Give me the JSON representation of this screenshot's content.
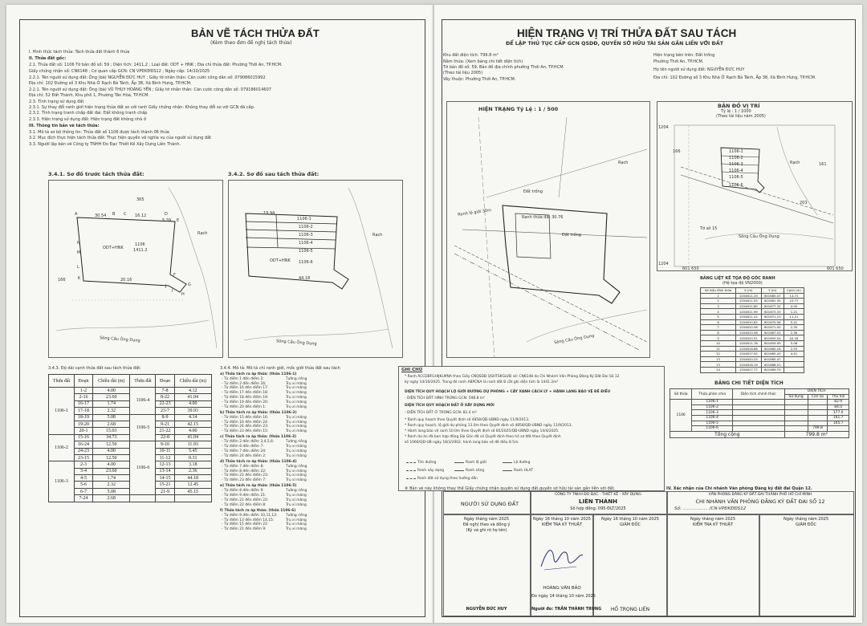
{
  "left_sheet": {
    "title": "BẢN VẼ TÁCH THỬA ĐẤT",
    "subtitle": "(Kèm theo đơn đề nghị tách thửa)",
    "info_lines": [
      "I. Hình thức tách thửa: Tách thửa đất thành 6 thửa",
      "II. Thửa đất gốc:",
      "2.1. Thửa đất số:     1106   Tờ bản đồ số:   59        ; Diện tích: 1411,2        ; Loại đất:      ODT + HNK       ; Địa chỉ thửa đất: Phường Thới An, TP.HCM.",
      "Giấy chứng nhận số:          CN6148              ; Cơ quan cấp GCN:   CN VPĐKĐĐS12       ; Ngày cấp:   14/10/2025",
      "2.2.1. Tên người sử dụng đất: Ông (bà)   NGUYỄN ĐỨC HUY                    ; Giấy tờ nhân thân:   Căn cước công dân số: 079086015992",
      "Địa chỉ: 102 Đường số 3 Khu Nhà Ở Rạch Bà Tánh, Ấp 38, Xã Bình Hưng, TP.HCM.",
      "2.2.1. Tên người sử dụng đất: Ông (bà)   VŨ THỤY HOÀNG YẾN             ; Giấy tờ nhân thân:   Căn cước công dân số: 079186014607",
      "Địa chỉ:    52 Đất Thánh, Khu phố 1, Phường Tân Hòa, TP.HCM.",
      "2.3. Tình trạng sử dụng đất",
      "2.3.1. Sự thay đổi ranh giới hiện trạng thửa đất so với ranh Giấy chứng nhận: Không thay đổi so với GCN đã cấp.",
      "2.3.2. Tình trạng tranh chấp đất đai: Đất không tranh chấp",
      "2.3.3. Hiện trạng sử dụng đất:   Hiện trạng đất không nhà ở",
      "III. Thông tin bản vẽ tách thửa:",
      "3.1. Mô tả sơ bộ thông tin:  Thửa đất số 1106 được tách thành 06 thửa",
      "3.2. Mục đích thực hiện tách thửa đất:  Thực hiện quyền về nghĩa vụ của người sử dụng đất",
      "3.3. Người lập bản vẽ Công ty TNHH Đo Đạc Thiết Kế Xây Dựng Liên Thành."
    ],
    "sketch_before_title": "3.4.1. Sơ đồ trước tách thửa đất:",
    "sketch_after_title": "3.4.2. Sơ đồ sau tách thửa đất:",
    "before_labels": {
      "lot": "1106",
      "area": "1411.2",
      "use": "ODT+HNK",
      "top": "30.54",
      "top2": "16.12",
      "edge_right": "5.39",
      "bottom": "20.16",
      "road": "Sông Cầu Ông Dụng",
      "canal": "Rạch",
      "neighbor_top": "365",
      "neighbor_left": "166",
      "point_a": "A",
      "point_b": "B",
      "point_c": "C",
      "point_d": "D",
      "point_e": "E",
      "point_f": "F",
      "point_g": "G",
      "point_h": "H",
      "point_i": "I",
      "point_j": "J",
      "point_k": "K",
      "point_l": "L",
      "point_m": "M",
      "point_n": "N"
    },
    "after_labels": {
      "lot_1": "1106-1",
      "lot_2": "1106-2",
      "lot_3": "1106-3",
      "lot_4": "1106-4",
      "lot_5": "1106-5",
      "lot_6": "1106-6",
      "use": "ODT+HNK",
      "road": "Sông Cầu Ông Dụng",
      "canal": "Rạch",
      "top_dim": "19.94",
      "side_dim": "44.18"
    },
    "table_title": "3.4.3. Độ dài cạnh thửa đất sau tách thửa đất:",
    "table_headers": [
      "Thửa đất",
      "Đoạn",
      "Chiều dài (m)",
      "Thửa đất",
      "Đoạn",
      "Chiều dài (m)"
    ],
    "table_left": [
      {
        "lot": "1106-1",
        "rows": [
          [
            "1-2",
            "4.00"
          ],
          [
            "2-16",
            "23.60"
          ],
          [
            "16-17",
            "1.74"
          ],
          [
            "17-18",
            "2.32"
          ],
          [
            "18-19",
            "5.08"
          ],
          [
            "19-20",
            "2.68"
          ],
          [
            "20-1",
            "15.03"
          ]
        ]
      },
      {
        "lot": "1106-2",
        "rows": [
          [
            "15-16",
            "34.73"
          ],
          [
            "16-24",
            "12.50"
          ],
          [
            "24-23",
            "4.00"
          ],
          [
            "23-15",
            "12.50"
          ]
        ]
      },
      {
        "lot": "1106-3",
        "rows": [
          [
            "2-3",
            "4.00"
          ],
          [
            "3-4",
            "23.60"
          ],
          [
            "4-5",
            "1.74"
          ],
          [
            "5-6",
            "2.32"
          ],
          [
            "6-7",
            "5.08"
          ],
          [
            "7-24",
            "2.68"
          ]
        ]
      }
    ],
    "table_right": [
      {
        "lot": "1106-4",
        "rows": [
          [
            "7-8",
            "4.12"
          ],
          [
            "8-22",
            "41.04"
          ],
          [
            "22-23",
            "4.00"
          ],
          [
            "23-7",
            "39.93"
          ]
        ]
      },
      {
        "lot": "1106-5",
        "rows": [
          [
            "8-9",
            "4.14"
          ],
          [
            "9-21",
            "42.15"
          ],
          [
            "21-22",
            "4.00"
          ],
          [
            "22-8",
            "41.04"
          ]
        ]
      },
      {
        "lot": "1106-6",
        "rows": [
          [
            "9-10",
            "11.93"
          ],
          [
            "10-11",
            "5.45"
          ],
          [
            "11-12",
            "0.31"
          ],
          [
            "12-13",
            "3.18"
          ],
          [
            "13-14",
            "2.36"
          ],
          [
            "14-15",
            "44.18"
          ],
          [
            "15-21",
            "12.45"
          ],
          [
            "21-9",
            "45.15"
          ]
        ]
      }
    ],
    "neighbor_title": "3.4.4. Mô tả: Mô tả chỉ ranh giới, mốc giới thửa đất sau tách",
    "neighbor_groups": [
      {
        "head": "a) Thửa tách ra áp thửa:  (thửa 1106-1)",
        "rows": [
          [
            "- Từ điểm 1 đến điểm 2:",
            "Tường riêng"
          ],
          [
            "- Từ điểm 2 đến điểm 16:",
            "Trụ xi măng"
          ],
          [
            "- Từ điểm 16 đến điểm 17:",
            "Trụ xi măng"
          ],
          [
            "- Từ điểm 17 đến điểm 18:",
            "Trụ xi măng"
          ],
          [
            "- Từ điểm 18 đến điểm 19:",
            "Trụ xi măng"
          ],
          [
            "- Từ điểm 19 đến điểm 20:",
            "Trụ xi măng"
          ],
          [
            "- Từ điểm 20 đến điểm 1:",
            "Trụ xi măng"
          ]
        ]
      },
      {
        "head": "b) Thửa tách ra áp thửa:  (thửa 1106-2)",
        "rows": [
          [
            "- Từ điểm 15 đến điểm 16:",
            "Trụ xi măng"
          ],
          [
            "- Từ điểm 16 đến điểm 24:",
            "Trụ xi măng"
          ],
          [
            "- Từ điểm 24 đến điểm 23:",
            "Trụ xi măng"
          ],
          [
            "- Từ điểm 23 đến điểm 15:",
            "Trụ xi măng"
          ]
        ]
      },
      {
        "head": "c) Thửa tách ra áp thửa:  (thửa 1106-3)",
        "rows": [
          [
            "- Từ điểm 2 đến điểm 3,4,5,6:",
            "Tường riêng"
          ],
          [
            "- Từ điểm 6 đến điểm 7:",
            "Trụ xi măng"
          ],
          [
            "- Từ điểm 7 đến điểm 24:",
            "Trụ xi măng"
          ],
          [
            "- Từ điểm 24 đến điểm 2:",
            "Trụ xi măng"
          ]
        ]
      },
      {
        "head": "d) Thửa tách ra áp thửa:  (thửa 1106-4)",
        "rows": [
          [
            "- Từ điểm 7 đến điểm 8:",
            "Tường riêng"
          ],
          [
            "- Từ điểm 8 đến điểm 22:",
            "Trụ xi măng"
          ],
          [
            "- Từ điểm 22 đến điểm 23:",
            "Trụ xi măng"
          ],
          [
            "- Từ điểm 23 đến điểm 7:",
            "Trụ xi măng"
          ]
        ]
      },
      {
        "head": "e) Thửa tách ra áp thửa:  (thửa 1106-5)",
        "rows": [
          [
            "- Từ điểm 8 đến điểm 9:",
            "Tường riêng"
          ],
          [
            "- Từ điểm 9 đến điểm 21:",
            "Trụ xi măng"
          ],
          [
            "- Từ điểm 21 đến điểm 22:",
            "Trụ xi măng"
          ],
          [
            "- Từ điểm 22 đến điểm 8:",
            "Trụ xi măng"
          ]
        ]
      },
      {
        "head": "f) Thửa tách ra áp thửa:  (thửa 1106-6)",
        "rows": [
          [
            "- Từ điểm 9 đến điểm 10,11,12:",
            "Tường riêng"
          ],
          [
            "- Từ điểm 13 đến điểm 14,15:",
            "Trụ xi măng"
          ],
          [
            "- Từ điểm 15 đến điểm 21:",
            "Trụ xi măng"
          ],
          [
            "- Từ điểm 21 đến điểm 9:",
            "Trụ xi măng"
          ]
        ]
      }
    ]
  },
  "right_sheet": {
    "title": "HIỆN TRẠNG VỊ TRÍ THỬA ĐẤT SAU TÁCH",
    "subtitle": "ĐỂ LẬP THỦ TỤC CẤP GCN QSDĐ, QUYỀN SỞ HỮU TÀI SẢN GẮN LIỀN VỚI ĐẤT",
    "info_left": [
      "Khu đất diện tích: 799.8 m²",
      "Nằm thửa: (Xem bảng chi tiết diện tích)",
      "Tờ bản đồ số: 59, Bản đồ địa chính phường Thới An, TP.HCM.",
      "                     (Theo tài liệu 2005)",
      "Vây thuộc:  Phường Thới An, TP.HCM."
    ],
    "info_right": [
      "Hiện trạng bên trên: Đất trống",
      "                Phường Thới An, TP.HCM.",
      "Họ tên người sử dụng đất:   NGUYỄN ĐỨC HUY",
      "Địa chỉ: 102 Đường số 3 Khu Nhà Ở Rạch Bà Tánh, Ấp 38, Xã Bình Hưng, TP.HCM."
    ],
    "plan_title": "HIỆN TRẠNG Tỷ Lệ : 1 / 500",
    "plan_labels": {
      "vacant": "Đất trống",
      "road": "Sông Cầu Ông Dụng",
      "canal": "Rạch",
      "boundary_note": "Ranh thửa đất 30.76",
      "road_boundary": "Ranh lộ giới 30m"
    },
    "location_title": "BẢN ĐỒ VỊ TRÍ",
    "location_scale": "Tỷ lệ :     1 / 1000",
    "location_note": "(Theo tài liệu năm 2005)",
    "location_labels": {
      "lot": "1106-1",
      "lot2": "1106-2",
      "lot3": "1106-3",
      "lot4": "1106-4",
      "lot5": "1106-5",
      "lot6": "1106-6",
      "canal": "Rạch",
      "road": "Sông Cầu Ông Dụng",
      "sheet": "Tờ số 15",
      "x1": "1204",
      "x2": "1204",
      "y1": "601 650",
      "y2": "601 650",
      "n166": "166",
      "n161": "161",
      "n203": "203"
    },
    "coord_title": "BẢNG LIỆT KÊ TỌA ĐỘ GÓC RANH",
    "coord_note": "(Hệ tọa độ VN2000)",
    "coord_headers": [
      "Số hiệu đỉnh thửa",
      "X (m)",
      "Y (m)",
      "Cạnh (m)"
    ],
    "coords": [
      [
        "1",
        "1204611.29",
        "601685.47",
        "14.71"
      ],
      [
        "2",
        "1204611.55",
        "601681.30",
        "23.77"
      ],
      [
        "3",
        "1204611.80",
        "601677.32",
        "4.00"
      ],
      [
        "4",
        "1204611.99",
        "601673.33",
        "1.21"
      ],
      [
        "5",
        "1204611.22",
        "601671.23",
        "11.21"
      ],
      [
        "6",
        "1204610.82",
        "601670.58",
        "5.41"
      ],
      [
        "7",
        "1204610.58",
        "601671.00",
        "2.35"
      ],
      [
        "8",
        "1204610.58",
        "601687.52",
        "2.36"
      ],
      [
        "9",
        "1204610.51",
        "601693.54",
        "44.18"
      ],
      [
        "10",
        "1204611.76",
        "601659.99",
        "5.08"
      ],
      [
        "11",
        "1204616.86",
        "601660.18",
        "2.93"
      ],
      [
        "12",
        "1204617.92",
        "601665.43",
        "4.41"
      ],
      [
        "13",
        "1204620.25",
        "601665.47",
        ""
      ],
      [
        "13",
        "1204618.19",
        "601668.51",
        ""
      ],
      [
        "14",
        "1204617.77",
        "601669.79",
        ""
      ]
    ],
    "area_title": "BẢNG CHI TIẾT DIỆN TÍCH",
    "area_headers": [
      "Số thửa",
      "Thửa phân chia",
      "Diện tích chính thức",
      "DIỆN TÍCH",
      "Sử dụng",
      "Còn lại",
      "Thu hồi"
    ],
    "area_parent": "1106",
    "area_rows": [
      [
        "1106-1",
        "",
        "",
        "",
        "82.9"
      ],
      [
        "1106-2",
        "",
        "",
        "",
        "84.0"
      ],
      [
        "1106-3",
        "",
        "",
        "",
        "177.0"
      ],
      [
        "1106-4",
        "",
        "",
        "",
        "161.7"
      ],
      [
        "1106-5",
        "",
        "",
        "",
        "165.7"
      ],
      [
        "1106-6",
        "",
        "",
        "799.8",
        ""
      ]
    ],
    "area_total_label": "Tổng cộng",
    "area_total": "799.8 m²",
    "notes_title": "GHI CHÚ",
    "notes": [
      "* Ranh ACCDBFGHIJKLMNA theo Giấy CNQSDĐ QSHTSKGLVĐ số: CN6148 do Chi Nhánh Văn Phòng Đăng Ký Đất Đai Số 12",
      "   ký ngày 14/10/2025. Trong đó ranh ABPCNA là ranh đất B cắt ghi diện tích là 1441.2m²",
      "DIỆN TÍCH QUY HOẠCH LỘ GIỚI ĐƯỜNG DỰ PHÒNG + CÂY XANH CÁCH LY + HÀNH LANG BẢO VỆ ĐÊ ĐIỀU",
      "- DIỆN TÍCH ĐẤT HÌNH TRONG GCN:                    598.8 m²",
      "DIỆN TÍCH QUY HOẠCH ĐẤT Ở XÂY DỰNG MỚI",
      "- DIỆN TÍCH ĐẤT Ở TRONG GCN:                    82.4 m²",
      "* Ranh quy hoạch theo Quyết định số 4858/QĐ-UBND ngày 11/9/2013.",
      "* Ranh quy hoạch, lộ giới dự phòng 13.0m theo Quyết định số 4858/QĐ-UBND ngày 11/9/2013.",
      "* Hành lang bảo vệ ranh 10.0m theo Quyết định số 85/2025/QĐ-UBND ngày 14/4/2025.",
      "* Ranh dự án đã ban hợp đồng Sài Gòn đã có Quyết định theo hồ sơ đất theo Quyết định",
      "   số 1060/QĐ-UB ngày 18/3/2002, hành lang bảo vệ đê điều 8.5m."
    ],
    "legend": [
      [
        "Tim đường",
        "Ranh lộ giới",
        "Lộ đường"
      ],
      [
        "Ranh xây dựng",
        "Ranh sông",
        "Ranh HLAT"
      ],
      [
        "Ranh đất sử dụng theo hướng dẫn",
        "",
        ""
      ]
    ],
    "legend_note": "⑧  Bản vẽ này không thay thế Giấy chứng nhận quyền sử dụng đất,quyền sở hữu tài sản gắn liền với đất.",
    "approval_note": "IV. Xác nhận của Chi nhánh Văn phòng Đăng ký đất đai Quận 12.",
    "company_line": "CÔNG TY TNHH ĐO ĐẠC - THIẾT KẾ - XÂY DỰNG",
    "company_name": "LIÊN THÀNH",
    "contract": "Số hợp đồng:   095-ĐLT/2025",
    "owner_heading": "NGƯỜI SỬ DỤNG ĐẤT",
    "branch_line": "VĂN PHÒNG ĐĂNG KÝ ĐẤT ĐAI THÀNH PHỐ HỒ CHÍ MINH",
    "branch_name": "CHI NHÁNH VĂN PHÒNG ĐĂNG KÝ ĐẤT ĐAI SỐ 12",
    "branch_no": "Số:  .................. /CN-VPĐKĐĐS12",
    "sig_owner_date": "Ngày    tháng    năm 2025",
    "sig_owner_role": "Đề nghị theo và đồng ý",
    "sig_owner_note": "(Ký và ghi rõ họ tên)",
    "sig_owner_name": "NGUYỄN ĐỨC HUY",
    "sig_check_date": "Ngày  16  tháng  10  năm 2025",
    "sig_check_role": "KIỂM TRA KỸ THUẬT",
    "sig_check_name": "HOÀNG VĂN BẢO",
    "sig_measure_date": "Đo ngày  14 tháng  10  năm 2025",
    "sig_measure_name": "Người đo:  TRẦN THÀNH TRUNG",
    "sig_director_date": "Ngày  16  tháng  10  năm 2025",
    "sig_director_role": "GIÁM ĐỐC",
    "sig_director_name": "HỒ TRỌNG LIÊN",
    "sig_branch_check_date": "Ngày      tháng      năm 2025",
    "sig_branch_check_role": "KIỂM TRA KỸ THUẬT",
    "sig_branch_dir_date": "Ngày      tháng      năm 2025",
    "sig_branch_dir_role": "GIÁM ĐỐC"
  }
}
